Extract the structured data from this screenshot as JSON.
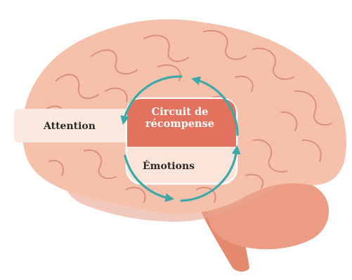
{
  "labels": {
    "attention": "Attention",
    "reward_line1": "Circuit de",
    "reward_line2": "récompense",
    "emotions": "Émotions"
  },
  "colors": {
    "background": "#ffffff",
    "brain": "#f5c1ab",
    "brain_shadow": "#e9a791",
    "gyrus_line": "#dd9079",
    "cerebellum": "#ec9c82",
    "brainstem": "#e58a6e",
    "attention_band": "#fbe8df",
    "reward_box": "#e2725d",
    "emotions_box": "#fbe4da",
    "box_outline": "#ffffff",
    "arrow": "#3aa9a7",
    "label_dark": "#2e2a28",
    "label_light": "#ffffff"
  },
  "icons": [
    "circular-arrows-icon"
  ]
}
